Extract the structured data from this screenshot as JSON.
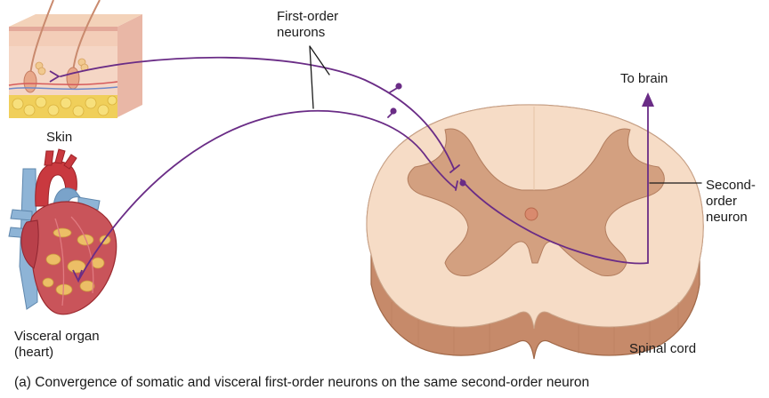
{
  "labels": {
    "first_order_line1": "First-order",
    "first_order_line2": "neurons",
    "to_brain": "To brain",
    "second_order_line1": "Second-",
    "second_order_line2": "order",
    "second_order_line3": "neuron",
    "skin": "Skin",
    "visceral_line1": "Visceral organ",
    "visceral_line2": "(heart)",
    "spinal_cord": "Spinal cord"
  },
  "caption": "(a) Convergence of somatic and visceral first-order neurons on the same second-order neuron",
  "colors": {
    "neuron": "#6a2c86",
    "white_matter": "#f6dcc6",
    "gray_matter": "#d3a080",
    "cord_edge": "#c68a6a",
    "skin_fat": "#f0cf5a",
    "heart_red": "#c9393f",
    "heart_blue": "#8eb4d6"
  }
}
